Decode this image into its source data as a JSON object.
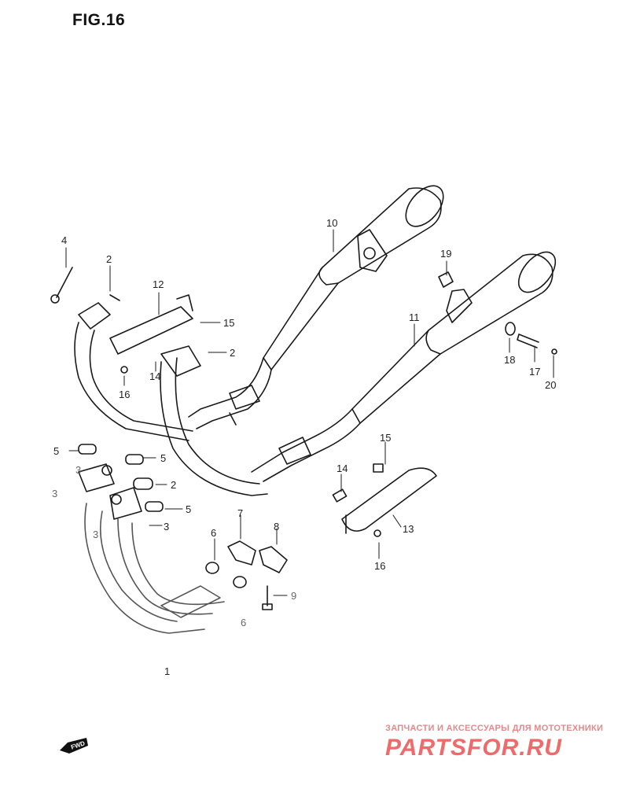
{
  "figure": {
    "title": "FIG.16"
  },
  "callouts": [
    {
      "id": "4",
      "text": "4"
    },
    {
      "id": "2a",
      "text": "2"
    },
    {
      "id": "12",
      "text": "12"
    },
    {
      "id": "15a",
      "text": "15"
    },
    {
      "id": "2b",
      "text": "2"
    },
    {
      "id": "16a",
      "text": "16"
    },
    {
      "id": "14a",
      "text": "14"
    },
    {
      "id": "10",
      "text": "10"
    },
    {
      "id": "19",
      "text": "19"
    },
    {
      "id": "11",
      "text": "11"
    },
    {
      "id": "18",
      "text": "18"
    },
    {
      "id": "17",
      "text": "17"
    },
    {
      "id": "20",
      "text": "20"
    },
    {
      "id": "5a",
      "text": "5"
    },
    {
      "id": "5b",
      "text": "5"
    },
    {
      "id": "2c",
      "text": "2"
    },
    {
      "id": "5c",
      "text": "5"
    },
    {
      "id": "3a",
      "text": "3"
    },
    {
      "id": "3b",
      "text": "3"
    },
    {
      "id": "3c",
      "text": "3"
    },
    {
      "id": "3d",
      "text": "3"
    },
    {
      "id": "7",
      "text": "7"
    },
    {
      "id": "8",
      "text": "8"
    },
    {
      "id": "6a",
      "text": "6"
    },
    {
      "id": "9",
      "text": "9"
    },
    {
      "id": "6b",
      "text": "6"
    },
    {
      "id": "1",
      "text": "1"
    },
    {
      "id": "15b",
      "text": "15"
    },
    {
      "id": "14b",
      "text": "14"
    },
    {
      "id": "13",
      "text": "13"
    },
    {
      "id": "16b",
      "text": "16"
    }
  ],
  "watermark": {
    "tagline": "ЗАПЧАСТИ И АКСЕССУАРЫ ДЛЯ МОТОТЕХНИКИ",
    "logo": "PARTSFOR.RU",
    "color": "#ee6b6b"
  },
  "direction_marker": {
    "text": "FWD"
  }
}
